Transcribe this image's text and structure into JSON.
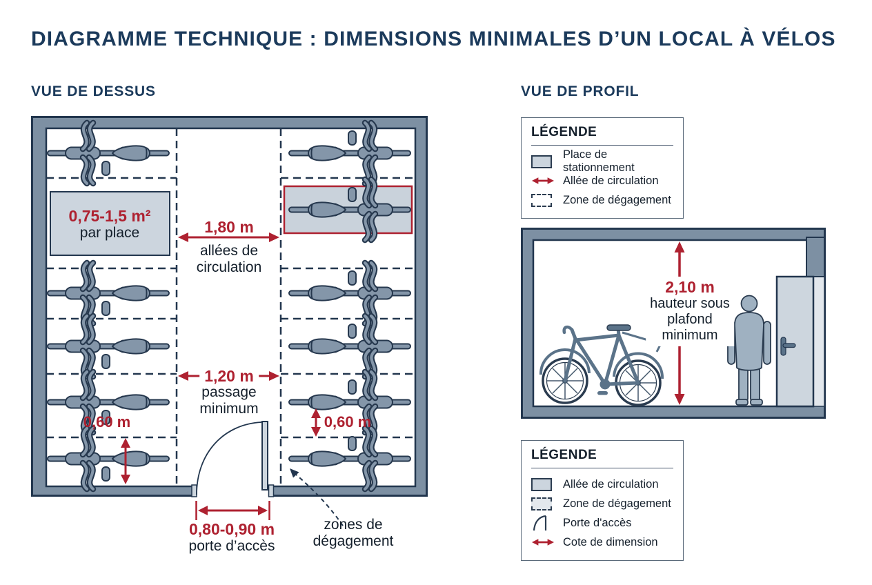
{
  "title": "DIAGRAMME TECHNIQUE : DIMENSIONS MINIMALES D’UN LOCAL À VÉLOS",
  "top_view": {
    "heading": "VUE DE DESSUS",
    "area_per_space": {
      "value": "0,75-1,5 m²",
      "label": "par place"
    },
    "aisle": {
      "value": "1,80 m",
      "label_line1": "allées de",
      "label_line2": "circulation"
    },
    "passage": {
      "value": "1,20 m",
      "label_line1": "passage",
      "label_line2": "minimum"
    },
    "stall_width_left": {
      "value": "0,60 m"
    },
    "stall_width_right": {
      "value": "0,60 m"
    },
    "door": {
      "value": "0,80-0,90 m",
      "label": "porte d’accès"
    },
    "clearance_note": {
      "line1": "zones de",
      "line2": "dégagement"
    }
  },
  "profile_view": {
    "heading": "VUE DE PROFIL",
    "ceiling_height": {
      "value": "2,10 m",
      "label_line1": "hauteur sous",
      "label_line2": "plafond",
      "label_line3": "minimum"
    }
  },
  "legend_top": {
    "title": "LÉGENDE",
    "items": [
      {
        "swatch": "parking-space-swatch",
        "label": "Place de stationnement"
      },
      {
        "swatch": "circulation-arrow-swatch",
        "label": "Allée de circulation"
      },
      {
        "swatch": "clearance-zone-swatch",
        "label": "Zone de dégagement"
      }
    ]
  },
  "legend_bottom": {
    "title": "LÉGENDE",
    "items": [
      {
        "swatch": "circulation-aisle-swatch",
        "label": "Allée de circulation"
      },
      {
        "swatch": "clearance-zone-swatch",
        "label": "Zone de dégagement"
      },
      {
        "swatch": "access-door-swatch",
        "label": "Porte d'accès"
      },
      {
        "swatch": "dimension-arrow-swatch",
        "label": "Cote de dimension"
      }
    ]
  },
  "colors": {
    "heading_navy": "#1b3a5b",
    "outline_navy": "#22364e",
    "wall_gray_blue": "#7d90a3",
    "stall_fill": "#ccd5de",
    "dimension_red": "#ae2130",
    "text_dark": "#141f2b"
  }
}
